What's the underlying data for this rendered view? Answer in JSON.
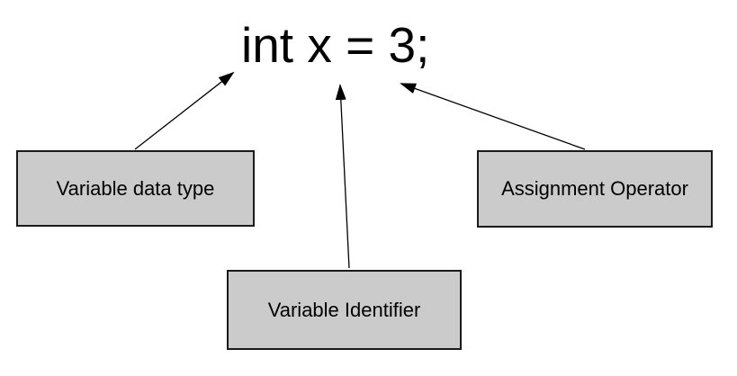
{
  "code_text": "int x = 3;",
  "nodes": [
    {
      "label": "Variable data type",
      "points_to": "int"
    },
    {
      "label": "Variable Identifier",
      "points_to": "x"
    },
    {
      "label": "Assignment Operator",
      "points_to": "="
    }
  ],
  "edges": [
    {
      "from": "Variable data type",
      "to": "int"
    },
    {
      "from": "Variable Identifier",
      "to": "x"
    },
    {
      "from": "Assignment Operator",
      "to": "="
    }
  ],
  "colors": {
    "background": "#ffffff",
    "box_fill": "#cbcbcb",
    "box_border": "#1a1a1a",
    "text": "#000000",
    "arrow": "#000000"
  }
}
